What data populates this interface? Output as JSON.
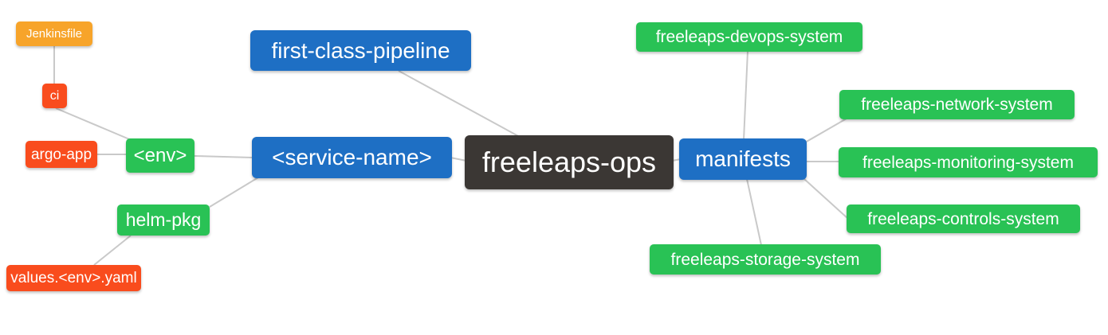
{
  "colors": {
    "canvas_bg": "#ffffff",
    "root_bg": "#3b3734",
    "branch_bg": "#1e6fc4",
    "green_bg": "#29c255",
    "orange_bg": "#f7a42a",
    "red_bg": "#f94c1d",
    "edge": "#c9c9c9",
    "node_text": "#ffffff"
  },
  "nodes": {
    "root": "freeleaps-ops",
    "pipeline": "first-class-pipeline",
    "service": "<service-name>",
    "env": "<env>",
    "argo_app": "argo-app",
    "ci": "ci",
    "jenkinsfile": "Jenkinsfile",
    "helm_pkg": "helm-pkg",
    "values_env_yaml": "values.<env>.yaml",
    "manifests": "manifests",
    "systems": {
      "devops": "freeleaps-devops-system",
      "network": "freeleaps-network-system",
      "monitoring": "freeleaps-monitoring-system",
      "controls": "freeleaps-controls-system",
      "storage": "freeleaps-storage-system"
    }
  },
  "hierarchy": {
    "freeleaps-ops": [
      "first-class-pipeline",
      "<service-name>",
      "manifests"
    ],
    "<service-name>": [
      "<env>",
      "helm-pkg"
    ],
    "<env>": [
      "ci",
      "argo-app"
    ],
    "ci": [
      "Jenkinsfile"
    ],
    "helm-pkg": [
      "values.<env>.yaml"
    ],
    "manifests": [
      "freeleaps-devops-system",
      "freeleaps-network-system",
      "freeleaps-monitoring-system",
      "freeleaps-controls-system",
      "freeleaps-storage-system"
    ]
  }
}
